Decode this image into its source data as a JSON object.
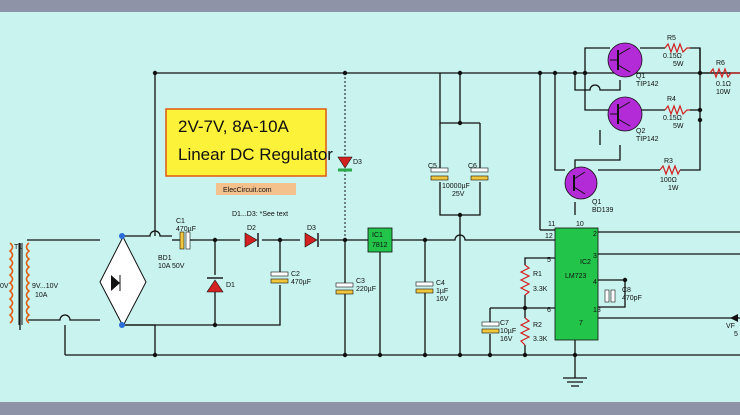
{
  "title": {
    "line1": "2V-7V, 8A-10A",
    "line2": "Linear DC Regulator",
    "site": "ElecCircuit.com"
  },
  "note": "D1...D3: *See text",
  "colors": {
    "background": "#c9f3ee",
    "title_fill": "#fdf23a",
    "title_border": "#e05a0f",
    "transistor": "#b22bd6",
    "ic": "#22c44a",
    "capacitor_band": "#f2c63b",
    "diode": "#d32020",
    "led_green": "#2aa84a",
    "site_badge": "#f4c08c"
  },
  "components": {
    "T1": {
      "name": "T1",
      "secondary": "9V...10V",
      "current": "10A",
      "primary_partial": "0V"
    },
    "BD1": {
      "name": "BD1",
      "rating": "10A 50V"
    },
    "C1": {
      "name": "C1",
      "value": "470µF"
    },
    "C2": {
      "name": "C2",
      "value": "470µF"
    },
    "C3": {
      "name": "C3",
      "value": "220µF"
    },
    "C4": {
      "name": "C4",
      "value": "1µF",
      "voltage": "16V"
    },
    "C5": {
      "name": "C5"
    },
    "C6": {
      "name": "C6"
    },
    "C56": {
      "value": "10000µF",
      "voltage": "25V"
    },
    "C7": {
      "name": "C7",
      "value": "10µF",
      "voltage": "16V"
    },
    "C8": {
      "name": "C8",
      "value": "470pF"
    },
    "D1": {
      "name": "D1"
    },
    "D2": {
      "name": "D2"
    },
    "D3": {
      "name": "D3"
    },
    "IC1": {
      "name": "IC1",
      "part": "7812"
    },
    "IC2": {
      "name": "IC2",
      "part": "LM723",
      "pins": [
        "11",
        "12",
        "10",
        "2",
        "3",
        "4",
        "5",
        "6",
        "13",
        "7"
      ]
    },
    "Q1a": {
      "name": "Q1",
      "part": "TIP142"
    },
    "Q2": {
      "name": "Q2",
      "part": "TIP142"
    },
    "Q1b": {
      "name": "Q1",
      "part": "BD139"
    },
    "R1": {
      "name": "R1",
      "value": "3.3K"
    },
    "R2": {
      "name": "R2",
      "value": "3.3K"
    },
    "R3": {
      "name": "R3",
      "value": "100Ω",
      "power": "1W"
    },
    "R4": {
      "name": "R4",
      "value": "0.15Ω",
      "power": "5W"
    },
    "R5": {
      "name": "R5",
      "value": "0.15Ω",
      "power": "5W"
    },
    "R6": {
      "name": "R6",
      "value": "0.1Ω",
      "power": "10W"
    },
    "VR": {
      "name_partial": "VF",
      "value_partial": "5"
    }
  }
}
